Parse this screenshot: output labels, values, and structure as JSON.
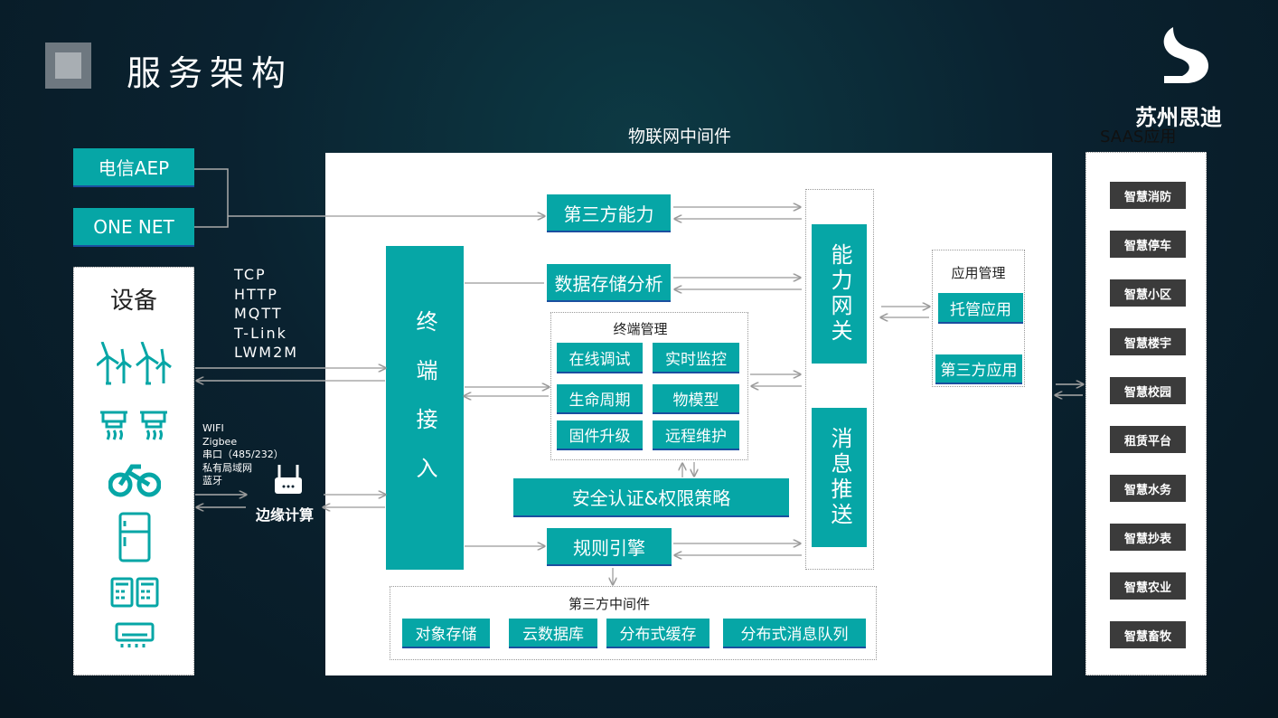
{
  "header": {
    "title": "服务架构",
    "brand": "苏州思迪"
  },
  "sources": {
    "aep": "电信AEP",
    "onenet": "ONE NET"
  },
  "devices": {
    "title": "设备",
    "protocols": [
      "TCP",
      "HTTP",
      "MQTT",
      "T-Link",
      "LWM2M"
    ],
    "local": [
      "WIFI",
      "Zigbee",
      "串口（485/232）",
      "私有局域网",
      "蓝牙"
    ],
    "edge": "边缘计算"
  },
  "middleware": {
    "title": "物联网中间件",
    "third_party": "第三方能力",
    "storage": "数据存储分析",
    "access": "终端接入",
    "terminal_mgmt": {
      "title": "终端管理",
      "items": [
        "在线调试",
        "实时监控",
        "生命周期",
        "物模型",
        "固件升级",
        "远程维护"
      ]
    },
    "security": "安全认证&权限策略",
    "rules": "规则引擎",
    "gateway": "能力网关",
    "push": "消息推送",
    "app_mgmt": {
      "title": "应用管理",
      "hosted": "托管应用",
      "third": "第三方应用"
    },
    "third_mw": {
      "title": "第三方中间件",
      "items": [
        "对象存储",
        "云数据库",
        "分布式缓存",
        "分布式消息队列"
      ]
    }
  },
  "saas": {
    "title": "SAAS应用",
    "items": [
      "智慧消防",
      "智慧停车",
      "智慧小区",
      "智慧楼宇",
      "智慧校园",
      "租赁平台",
      "智慧水务",
      "智慧抄表",
      "智慧农业",
      "智慧畜牧"
    ]
  },
  "colors": {
    "teal": "#06a6a6",
    "dark": "#3b3b3b"
  }
}
